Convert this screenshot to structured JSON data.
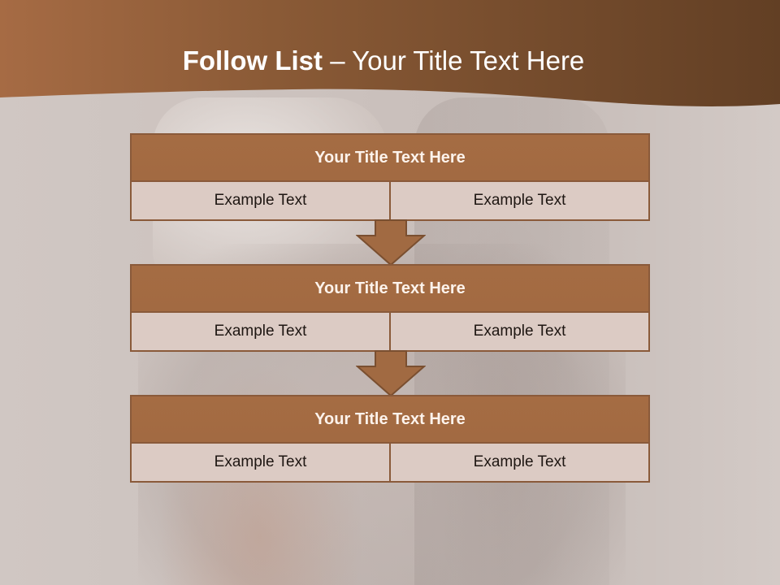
{
  "slide": {
    "title_bold": "Follow List",
    "title_rest": "– Your Title Text Here"
  },
  "blocks": [
    {
      "title": "Your Title Text Here",
      "cells": [
        "Example Text",
        "Example Text"
      ]
    },
    {
      "title": "Your Title Text Here",
      "cells": [
        "Example Text",
        "Example Text"
      ]
    },
    {
      "title": "Your Title Text Here",
      "cells": [
        "Example Text",
        "Example Text"
      ]
    }
  ],
  "colors": {
    "header_dark": "#6a4528",
    "header_light": "#a56a45",
    "block_title": "#a56c43",
    "block_cell": "#dccbc4",
    "border": "#8a5a3a"
  }
}
